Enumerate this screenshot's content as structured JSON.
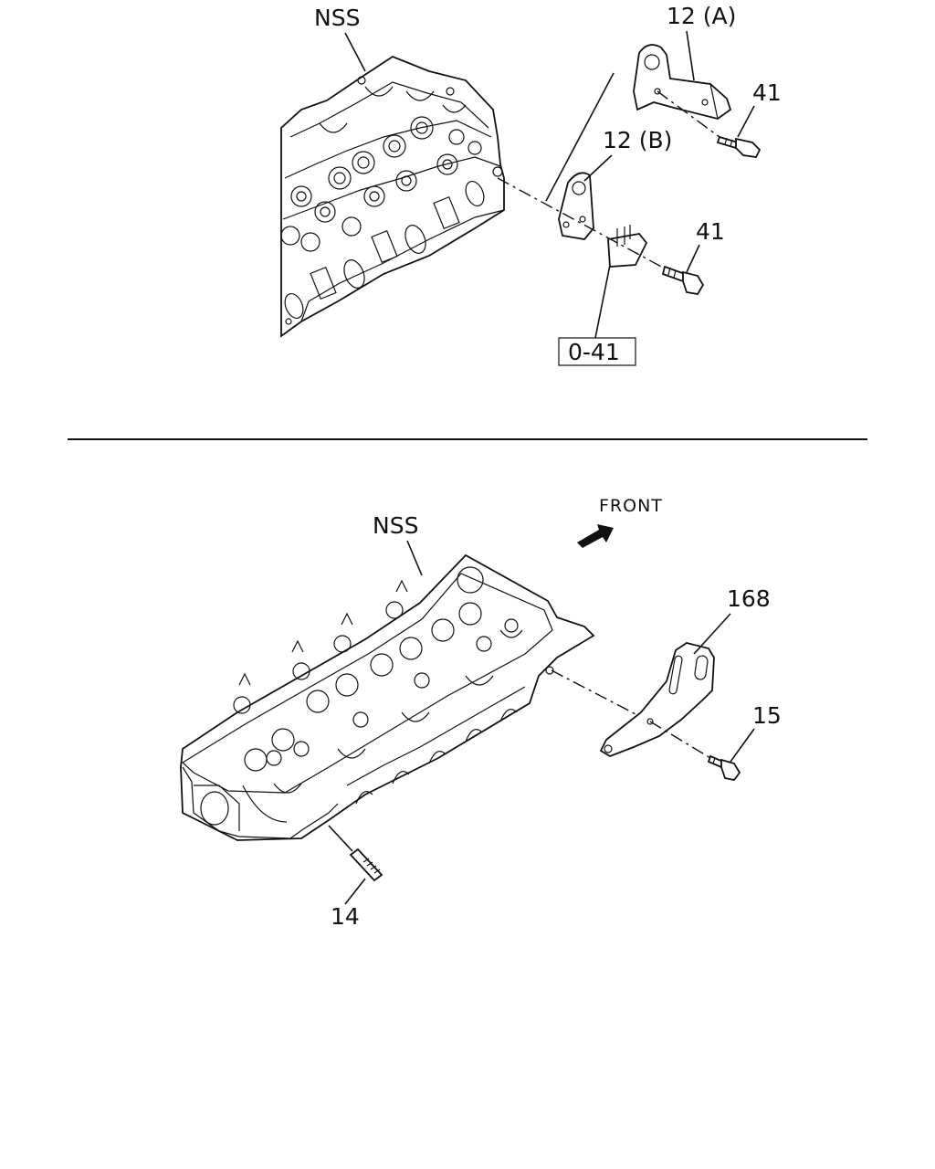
{
  "top_section": {
    "nss_label": "NSS",
    "bracket_a_label": "12 (A)",
    "bracket_b_label": "12 (B)",
    "bolt_upper_label": "41",
    "bolt_lower_label": "41",
    "ref_box_label": "0-41"
  },
  "bottom_section": {
    "front_label": "FRONT",
    "nss_label": "NSS",
    "bracket_label": "168",
    "bolt_label": "15",
    "stud_label": "14"
  }
}
